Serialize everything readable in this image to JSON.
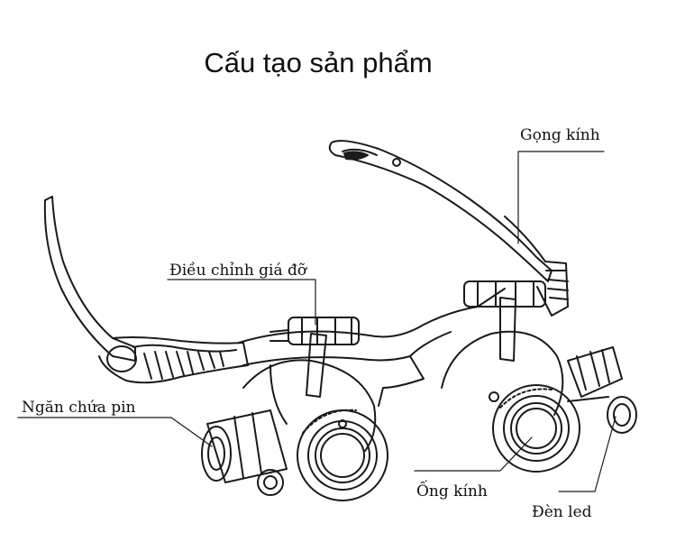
{
  "title": "Cấu tạo sản phẩm",
  "labels": {
    "temple": "Gọng kính",
    "adjust": "Điều chỉnh giá đỡ",
    "battery": "Ngăn chứa pin",
    "lens_tube": "Ống kính",
    "led": "Đèn led"
  },
  "colors": {
    "line": "#1a1a1a",
    "background": "#ffffff"
  }
}
